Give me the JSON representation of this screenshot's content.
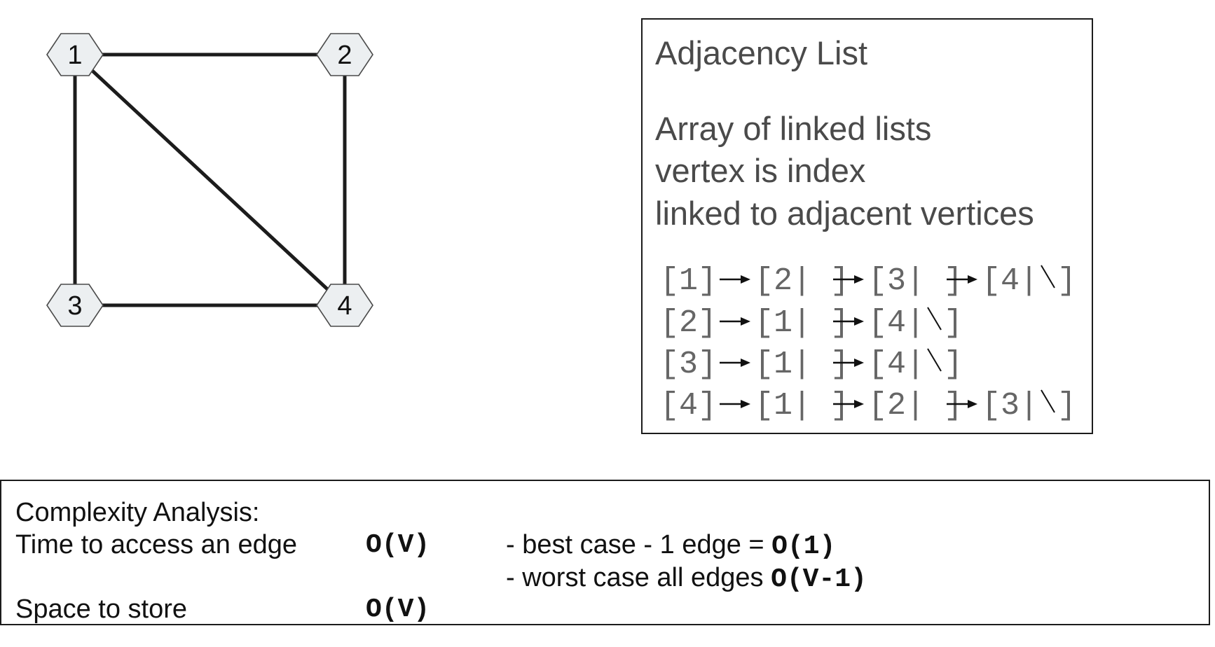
{
  "graph": {
    "nodes": [
      "1",
      "2",
      "3",
      "4"
    ],
    "edges": [
      [
        "1",
        "2"
      ],
      [
        "1",
        "3"
      ],
      [
        "1",
        "4"
      ],
      [
        "2",
        "4"
      ],
      [
        "3",
        "4"
      ]
    ]
  },
  "adjacency": {
    "title": "Adjacency List",
    "description": [
      "Array of linked lists",
      "vertex is index",
      "linked to adjacent vertices"
    ],
    "rows": [
      {
        "index": "1",
        "neighbors": [
          "2",
          "3",
          "4"
        ]
      },
      {
        "index": "2",
        "neighbors": [
          "1",
          "4"
        ]
      },
      {
        "index": "3",
        "neighbors": [
          "1",
          "4"
        ]
      },
      {
        "index": "4",
        "neighbors": [
          "1",
          "2",
          "3"
        ]
      }
    ]
  },
  "complexity": {
    "heading": "Complexity Analysis:",
    "time_label": "Time to access an edge",
    "time_value": "O(V)",
    "best_prefix": "- best case - 1 edge = ",
    "best_value": "O(1)",
    "worst_prefix": "- worst case all edges ",
    "worst_value": "O(V-1)",
    "space_label": "Space to store",
    "space_value": "O(V)"
  }
}
